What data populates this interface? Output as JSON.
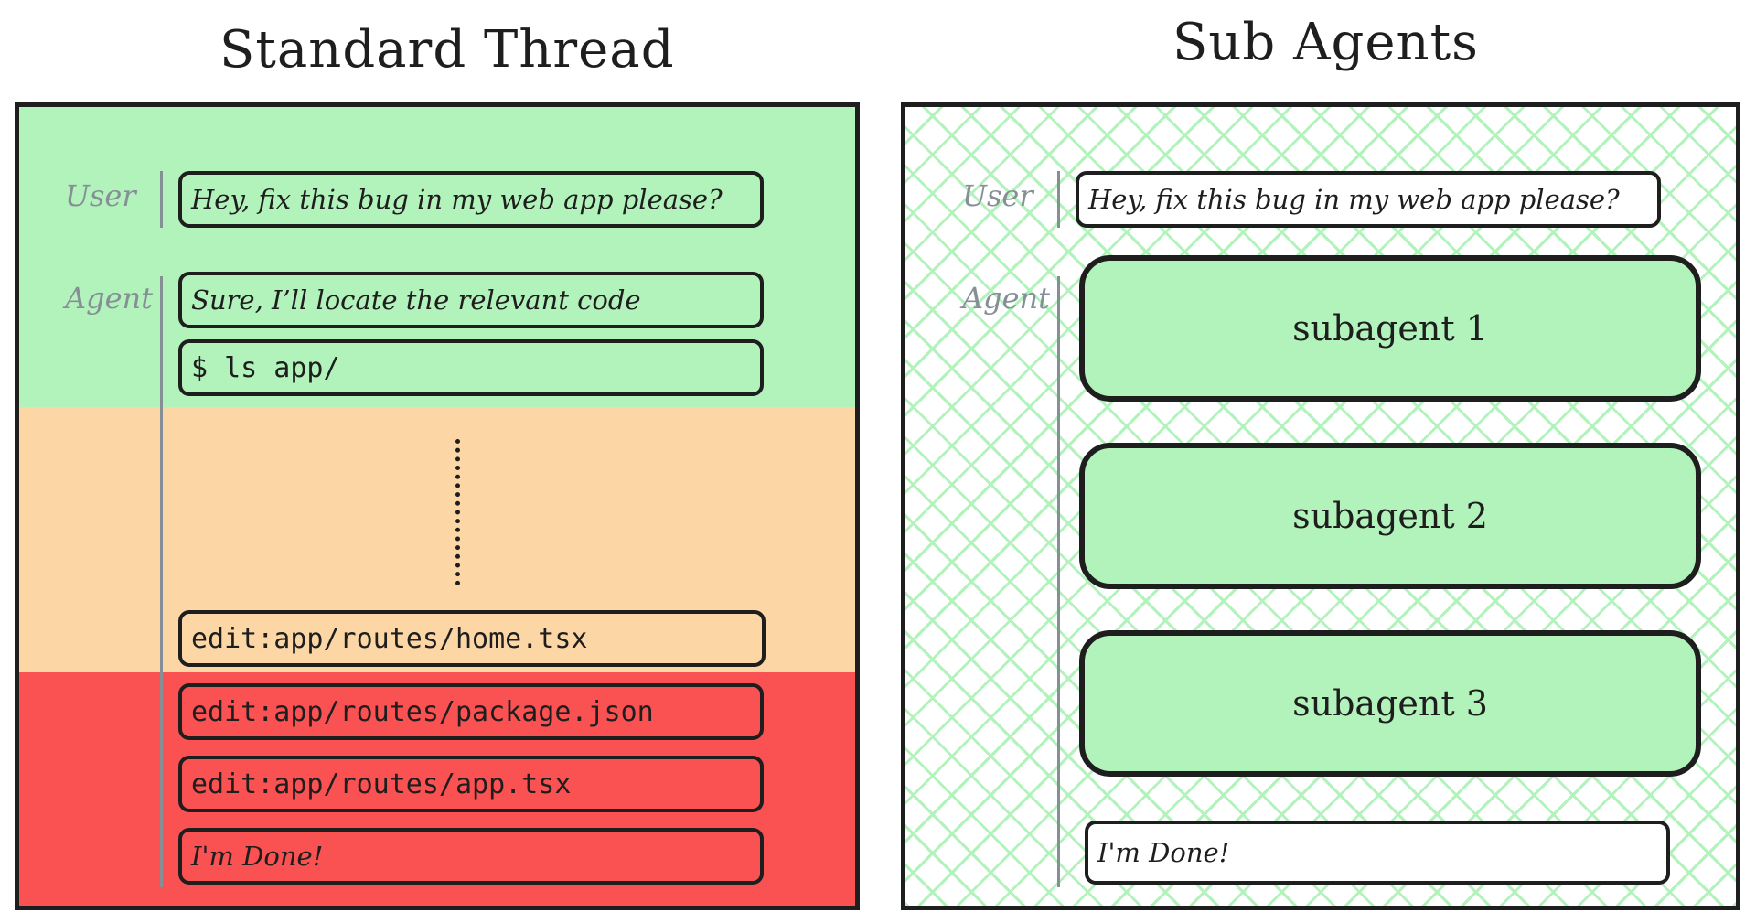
{
  "left_panel": {
    "title": "Standard Thread",
    "user_label": "User",
    "agent_label": "Agent",
    "user_message": "Hey, fix this bug in my web app please?",
    "agent_reply": "Sure, I’ll locate the relevant code",
    "command": "$ ls app/",
    "edits": [
      "edit:app/routes/home.tsx",
      "edit:app/routes/package.json",
      "edit:app/routes/app.tsx"
    ],
    "done": "I'm Done!",
    "colors": {
      "band_top": "#b2f2bb",
      "band_middle": "#fcd7a5",
      "band_bottom": "#fa5252"
    }
  },
  "right_panel": {
    "title": "Sub Agents",
    "user_label": "User",
    "agent_label": "Agent",
    "user_message": "Hey, fix this bug in my web app please?",
    "subagents": [
      "subagent 1",
      "subagent 2",
      "subagent 3"
    ],
    "done": "I'm Done!",
    "colors": {
      "hatch": "#b2f2bb",
      "subagent_fill": "#b2f2bb"
    }
  }
}
